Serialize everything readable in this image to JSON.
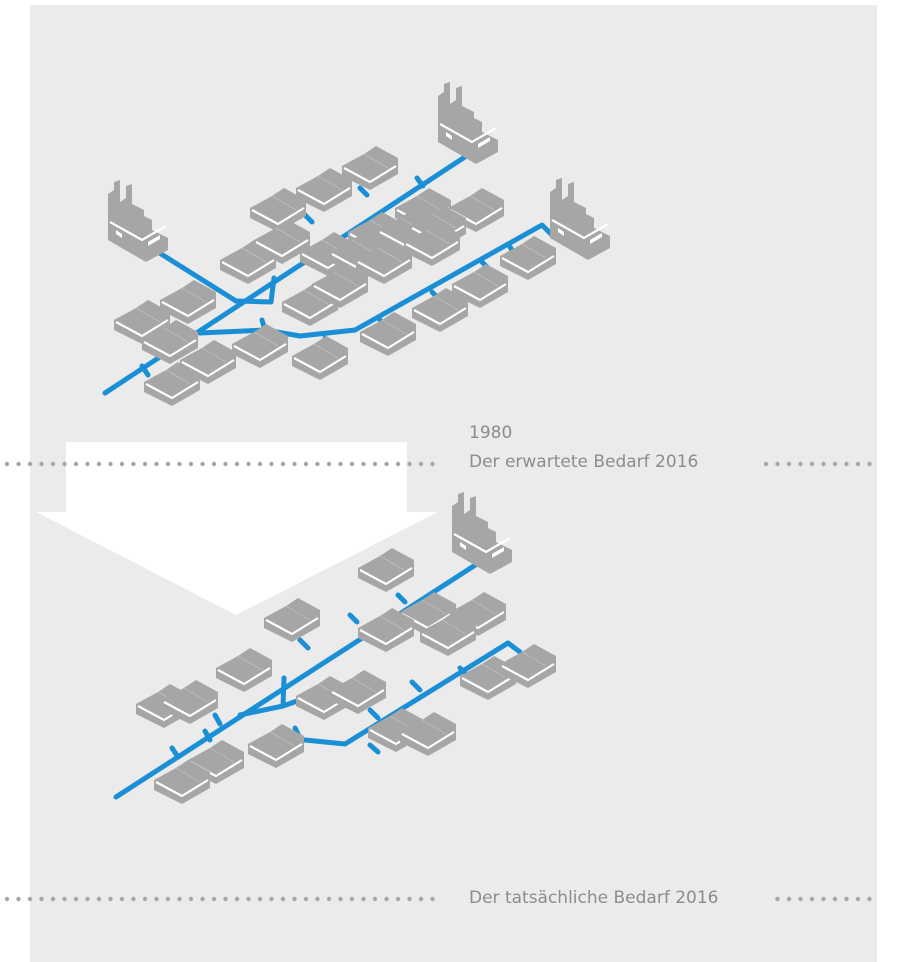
{
  "labels": {
    "year": "1980",
    "expected": "Der erwartete Bedarf 2016",
    "actual": "Der tatsächliche Bedarf 2016"
  },
  "colors": {
    "background": "#ebebeb",
    "building": "#a6a6a6",
    "building_line": "#ffffff",
    "pipe": "#1a8fd6",
    "dots": "#a6a6a6",
    "arrow": "#ffffff"
  },
  "icons": [
    "factory-icon",
    "house-icon",
    "district-heating-pipe",
    "down-arrow-icon"
  ]
}
